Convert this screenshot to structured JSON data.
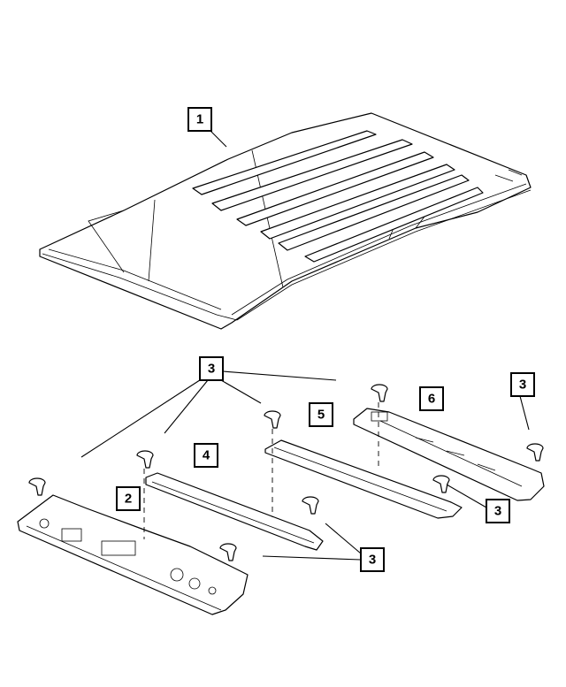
{
  "callouts": {
    "roof_panel": "1",
    "front_header": "2",
    "retainer_top_center": "3",
    "retainer_top_right": "3",
    "retainer_rear": "3",
    "retainer_bow": "3",
    "retainer_front": "3",
    "front_bow": "4",
    "center_bow": "5",
    "rear_header": "6"
  },
  "colors": {
    "line": "#000000",
    "background": "#ffffff"
  }
}
